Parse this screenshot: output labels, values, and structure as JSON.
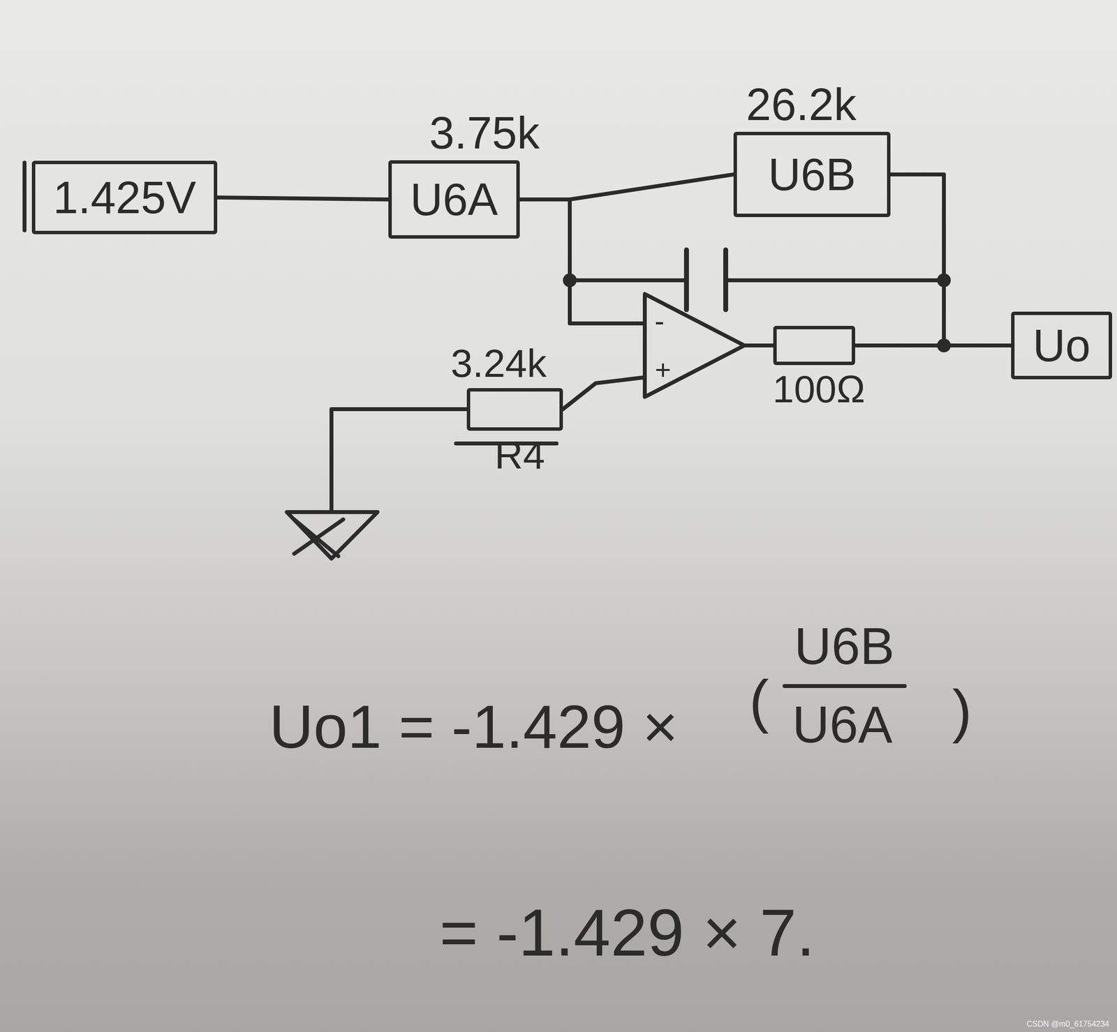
{
  "diagram": {
    "nodes": [
      {
        "text": [
          "1.425V"
        ]
      },
      {
        "text": [
          "3.75k",
          "U6A"
        ]
      },
      {
        "text": [
          "26.2k",
          "U6B"
        ]
      },
      {
        "text": [
          "3.24k",
          "R4"
        ]
      },
      {
        "text": [
          "100Ω"
        ]
      },
      {
        "text": [
          "Uo"
        ]
      }
    ],
    "edges": [
      {
        "from": 0,
        "to": 1,
        "arrow": "none"
      },
      {
        "from": 1,
        "to": 2,
        "arrow": "none"
      },
      {
        "from": 2,
        "to": 5,
        "arrow": "none"
      },
      {
        "from": 4,
        "to": 5,
        "arrow": "none"
      }
    ],
    "labels": [
      "-",
      "+",
      "Uo1 = -1.429 ×",
      "(",
      "U6B",
      "U6A",
      ")",
      "= -1.429 × 7.",
      "CSDN @m0_61754234"
    ]
  }
}
